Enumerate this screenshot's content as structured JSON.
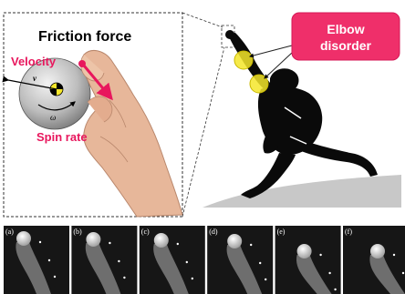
{
  "colors": {
    "magenta": "#e8175d",
    "callout_fill": "#ef2f6a",
    "callout_text": "#ffffff",
    "joint_yellow": "#f5e62a",
    "silhouette": "#0a0a0a",
    "mound": "#c8c8c8",
    "ball_gray": "#bdbdbd",
    "frame_bg": "#161616"
  },
  "inset": {
    "title": "Friction force",
    "velocity_label": "Velocity",
    "spin_label": "Spin rate",
    "v_symbol": "v",
    "omega_symbol": "ω"
  },
  "callout": {
    "line1": "Elbow",
    "line2": "disorder"
  },
  "frames": [
    {
      "label": "(a)"
    },
    {
      "label": "(b)"
    },
    {
      "label": "(c)"
    },
    {
      "label": "(d)"
    },
    {
      "label": "(e)"
    },
    {
      "label": "(f)"
    }
  ]
}
